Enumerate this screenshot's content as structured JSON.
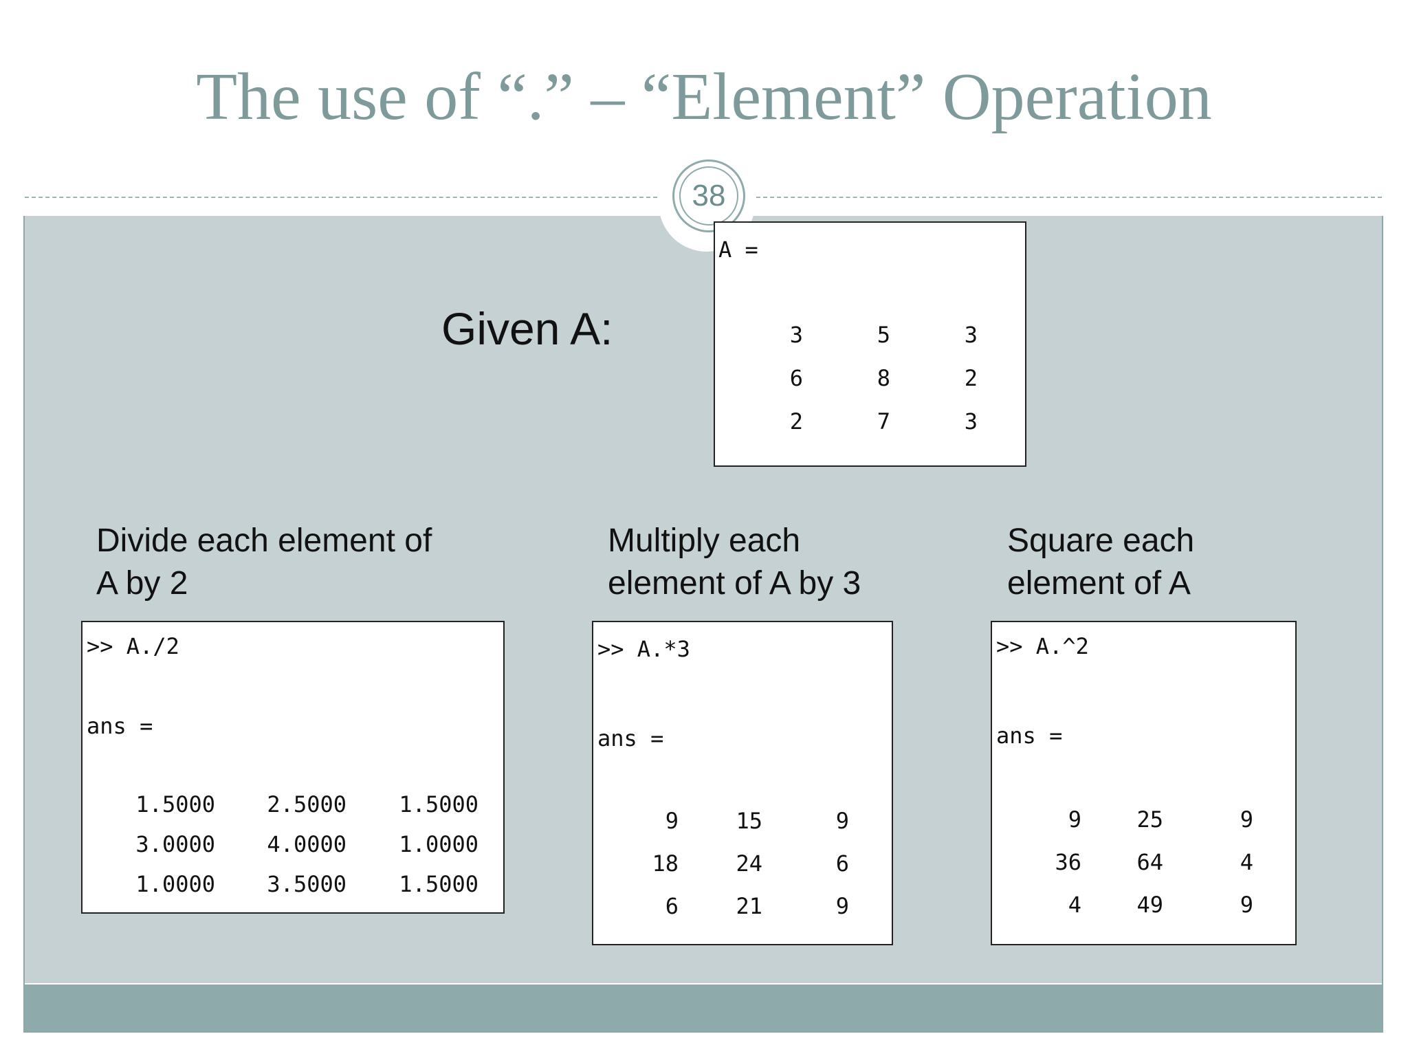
{
  "slide": {
    "title": "The use of “.” – “Element” Operation",
    "page_number": "38"
  },
  "given": {
    "label": "Given A:",
    "header": "A =",
    "rows": [
      [
        "3",
        "5",
        "3"
      ],
      [
        "6",
        "8",
        "2"
      ],
      [
        "2",
        "7",
        "3"
      ]
    ]
  },
  "panels": [
    {
      "caption_lines": [
        "Divide each element of",
        "A by 2"
      ],
      "command": ">> A./2",
      "ans_label": "ans =",
      "rows": [
        [
          "1.5000",
          "2.5000",
          "1.5000"
        ],
        [
          "3.0000",
          "4.0000",
          "1.0000"
        ],
        [
          "1.0000",
          "3.5000",
          "1.5000"
        ]
      ]
    },
    {
      "caption_lines": [
        "Multiply each",
        "element of A by 3"
      ],
      "command": ">> A.*3",
      "ans_label": "ans =",
      "rows": [
        [
          "9",
          "15",
          "9"
        ],
        [
          "18",
          "24",
          "6"
        ],
        [
          "6",
          "21",
          "9"
        ]
      ]
    },
    {
      "caption_lines": [
        "Square each",
        "element of A"
      ],
      "command": ">> A.^2",
      "ans_label": "ans =",
      "rows": [
        [
          "9",
          "25",
          "9"
        ],
        [
          "36",
          "64",
          "4"
        ],
        [
          "4",
          "49",
          "9"
        ]
      ]
    }
  ],
  "colors": {
    "title": "#7f9a9a",
    "body_band": "#c5d1d3",
    "footer_band": "#8faaab"
  }
}
